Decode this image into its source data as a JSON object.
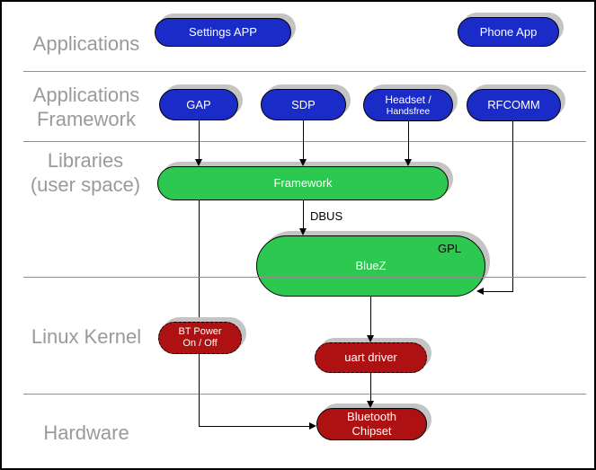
{
  "layers": {
    "applications": {
      "label": "Applications"
    },
    "applications_framework": {
      "line1": "Applications",
      "line2": "Framework"
    },
    "libraries": {
      "line1": "Libraries",
      "line2": "(user space)"
    },
    "linux_kernel": {
      "label": "Linux Kernel"
    },
    "hardware": {
      "label": "Hardware"
    }
  },
  "nodes": {
    "settings_app": {
      "label": "Settings APP"
    },
    "phone_app": {
      "label": "Phone App"
    },
    "gap": {
      "label": "GAP"
    },
    "sdp": {
      "label": "SDP"
    },
    "headset": {
      "line1": "Headset /",
      "line2": "Handsfree"
    },
    "rfcomm": {
      "label": "RFCOMM"
    },
    "framework": {
      "label": "Framework"
    },
    "bluez": {
      "label": "BlueZ",
      "license": "GPL"
    },
    "bt_power": {
      "line1": "BT Power",
      "line2": "On / Off"
    },
    "uart_driver": {
      "label": "uart driver"
    },
    "bt_chipset": {
      "line1": "Bluetooth",
      "line2": "Chipset"
    }
  },
  "edges": {
    "dbus_label": "DBUS"
  },
  "colors": {
    "app_node_blue": "#1B2BC8",
    "lib_node_green": "#2DC850",
    "kernel_node_red": "#AE1111",
    "layer_label_gray": "#9A9A9A",
    "shadow_gray": "#C4C4C4",
    "separator_gray": "#909090"
  }
}
